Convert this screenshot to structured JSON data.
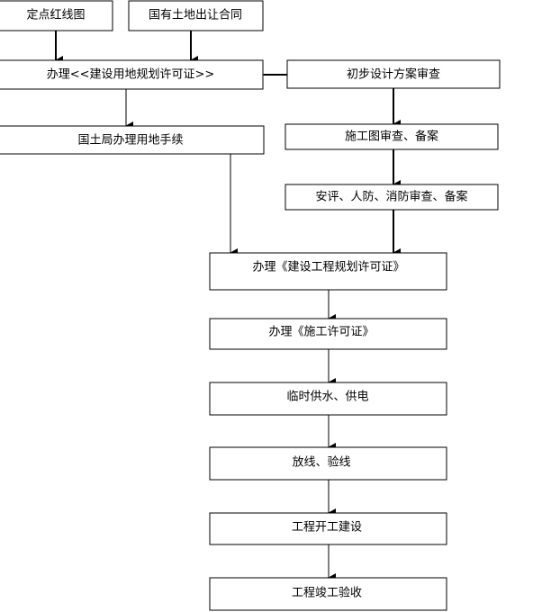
{
  "diagram": {
    "nodes": {
      "site_red_line": "定点红线图",
      "land_transfer_contract": "国有土地出让合同",
      "land_planning_permit": "办理<<建设用地规划许可证>>",
      "preliminary_design_review": "初步设计方案审查",
      "land_bureau_procedures": "国土局办理用地手续",
      "construction_drawing_review": "施工图审查、备案",
      "safety_civil_fire_review": "安评、人防、消防审查、备案",
      "engineering_planning_permit": "办理《建设工程规划许可证》",
      "construction_permit": "办理《施工许可证》",
      "temp_water_power": "临时供水、供电",
      "survey_setout": "放线、验线",
      "construction": "工程开工建设",
      "completion_acceptance": "工程竣工验收"
    },
    "colors": {
      "stroke": "#000000",
      "fill": "#ffffff",
      "text": "#000000"
    }
  }
}
